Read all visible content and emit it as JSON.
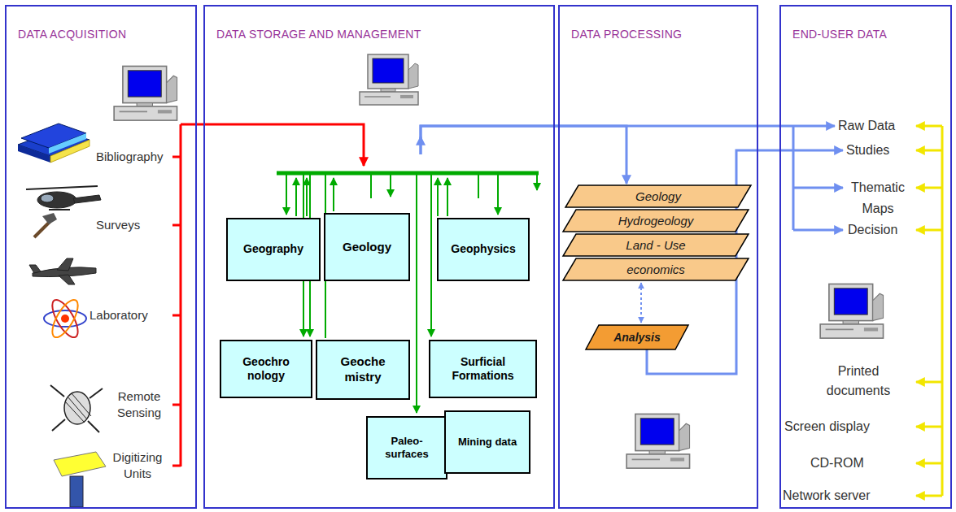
{
  "diagram": {
    "nodes": [
      {
        "text": [
          "DATA ACQUISITION"
        ]
      },
      {
        "text": [
          "DATA STORAGE AND MANAGEMENT"
        ]
      },
      {
        "text": [
          "Geography"
        ],
        "in": 1
      },
      {
        "text": [
          "Geology"
        ],
        "in": 1
      },
      {
        "text": [
          "Geophysics"
        ],
        "in": 1
      },
      {
        "text": [
          "Geochro nology"
        ],
        "in": 1
      },
      {
        "text": [
          "Geoche mistry"
        ],
        "in": 1
      },
      {
        "text": [
          "Surficial Formations"
        ],
        "in": 1
      },
      {
        "text": [
          "Paleo- surfaces"
        ],
        "in": 1
      },
      {
        "text": [
          "Mining data"
        ],
        "in": 1
      },
      {
        "text": [
          "DATA PROCESSING"
        ]
      },
      {
        "text": [
          "Geology"
        ],
        "in": 10
      },
      {
        "text": [
          "Hydrogeology"
        ],
        "in": 10
      },
      {
        "text": [
          "Land - Use"
        ],
        "in": 10
      },
      {
        "text": [
          "economics"
        ],
        "in": 10
      },
      {
        "text": [
          "Analysis"
        ],
        "in": 10
      },
      {
        "text": [
          "END-USER DATA"
        ]
      }
    ],
    "edges": [
      {
        "from": 0,
        "to": 1,
        "arrow": "to"
      },
      {
        "from": 1,
        "to": 11,
        "arrow": "to"
      },
      {
        "from": 1,
        "to": 16,
        "arrow": "to"
      },
      {
        "from": 14,
        "to": 15,
        "arrow": "both"
      },
      {
        "from": 15,
        "to": 16,
        "arrow": "to"
      }
    ],
    "labels": [
      "Bibliography",
      "Surveys",
      "Laboratory",
      "Remote Sensing",
      "Digitizing Units",
      "Raw Data",
      "Studies",
      "Thematic Maps",
      "Decision",
      "Printed documents",
      "Screen display",
      "CD-ROM",
      "Network server"
    ]
  }
}
